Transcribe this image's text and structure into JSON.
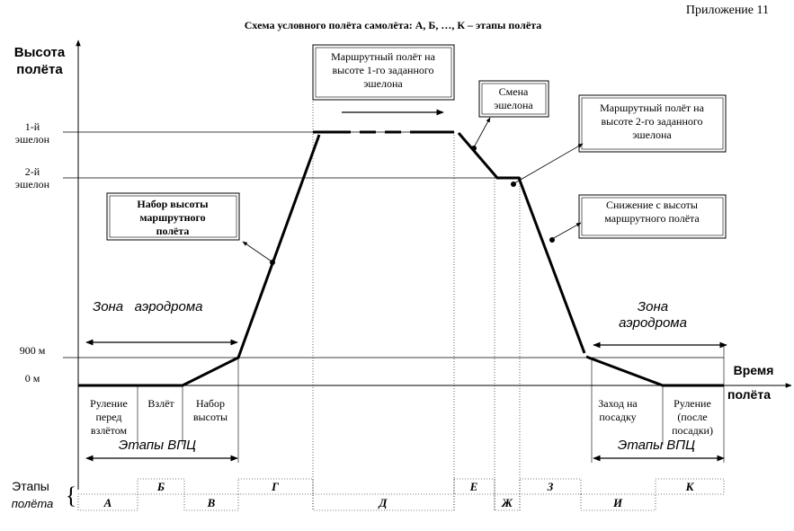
{
  "header": {
    "appendix": "Приложение 11",
    "title": "Схема условного полёта самолёта: А, Б, …, К – этапы полёта"
  },
  "axes": {
    "y_title_1": "Высота",
    "y_title_2": "полёта",
    "x_title_1": "Время",
    "x_title_2": "полёта"
  },
  "levels": {
    "echelon1_a": "1-й",
    "echelon1_b": "эшелон",
    "echelon2_a": "2-й",
    "echelon2_b": "эшелон",
    "m900": "900 м",
    "m0": "0 м"
  },
  "boxes": {
    "climb": [
      "Набор высоты",
      "маршрутного",
      "полёта"
    ],
    "cruise1": [
      "Маршрутный полёт на",
      "высоте 1-го заданного",
      "эшелона"
    ],
    "change": [
      "Смена",
      "эшелона"
    ],
    "cruise2": [
      "Маршрутный полёт на",
      "высоте 2-го заданного",
      "эшелона"
    ],
    "descent": [
      "Снижение с высоты",
      "маршрутного полёта"
    ]
  },
  "zones": {
    "left": "Зона   аэродрома",
    "right_1": "Зона",
    "right_2": "аэродрома",
    "vpc_left": "Этапы ВПЦ",
    "vpc_right": "Этапы ВПЦ"
  },
  "ground_labels": {
    "taxi_before": [
      "Руление",
      "перед",
      "взлётом"
    ],
    "takeoff": [
      "Взлёт"
    ],
    "climb": [
      "Набор",
      "высоты"
    ],
    "approach": [
      "Заход на",
      "посадку"
    ],
    "taxi_after": [
      "Руление",
      "(после",
      "посадки)"
    ]
  },
  "stages": {
    "label_1": "Этапы",
    "label_2": "полёта",
    "a": "А",
    "b": "Б",
    "v": "В",
    "g": "Г",
    "d": "Д",
    "e": "Е",
    "zh": "Ж",
    "z": "З",
    "i": "И",
    "k": "К"
  }
}
